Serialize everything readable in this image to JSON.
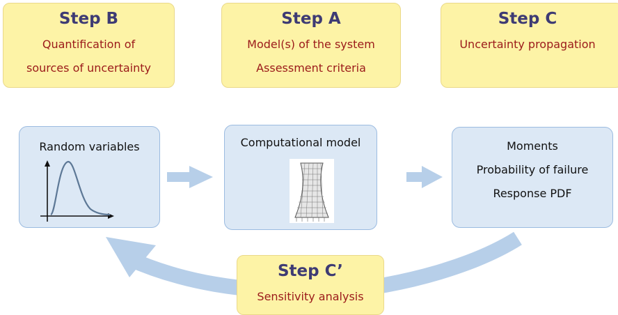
{
  "step_b": {
    "title": "Step B",
    "lines": [
      "Quantification of",
      "sources of uncertainty"
    ]
  },
  "step_a": {
    "title": "Step A",
    "lines": [
      "Model(s) of the system",
      "Assessment criteria"
    ]
  },
  "step_c": {
    "title": "Step C",
    "lines": [
      "Uncertainty propagation"
    ]
  },
  "step_c_prime": {
    "title": "Step C’",
    "lines": [
      "Sensitivity analysis"
    ]
  },
  "random_variables": {
    "label": "Random variables"
  },
  "computational_model": {
    "label": "Computational model"
  },
  "outputs": {
    "lines": [
      "Moments",
      "Probability of failure",
      "Response PDF"
    ]
  },
  "colors": {
    "step_fill": "#fdf3a6",
    "step_title": "#3e3b74",
    "step_text": "#9b1a1a",
    "blue_fill": "#dce8f5",
    "arrow": "#b7cfe9",
    "curve": "#5d7896"
  }
}
